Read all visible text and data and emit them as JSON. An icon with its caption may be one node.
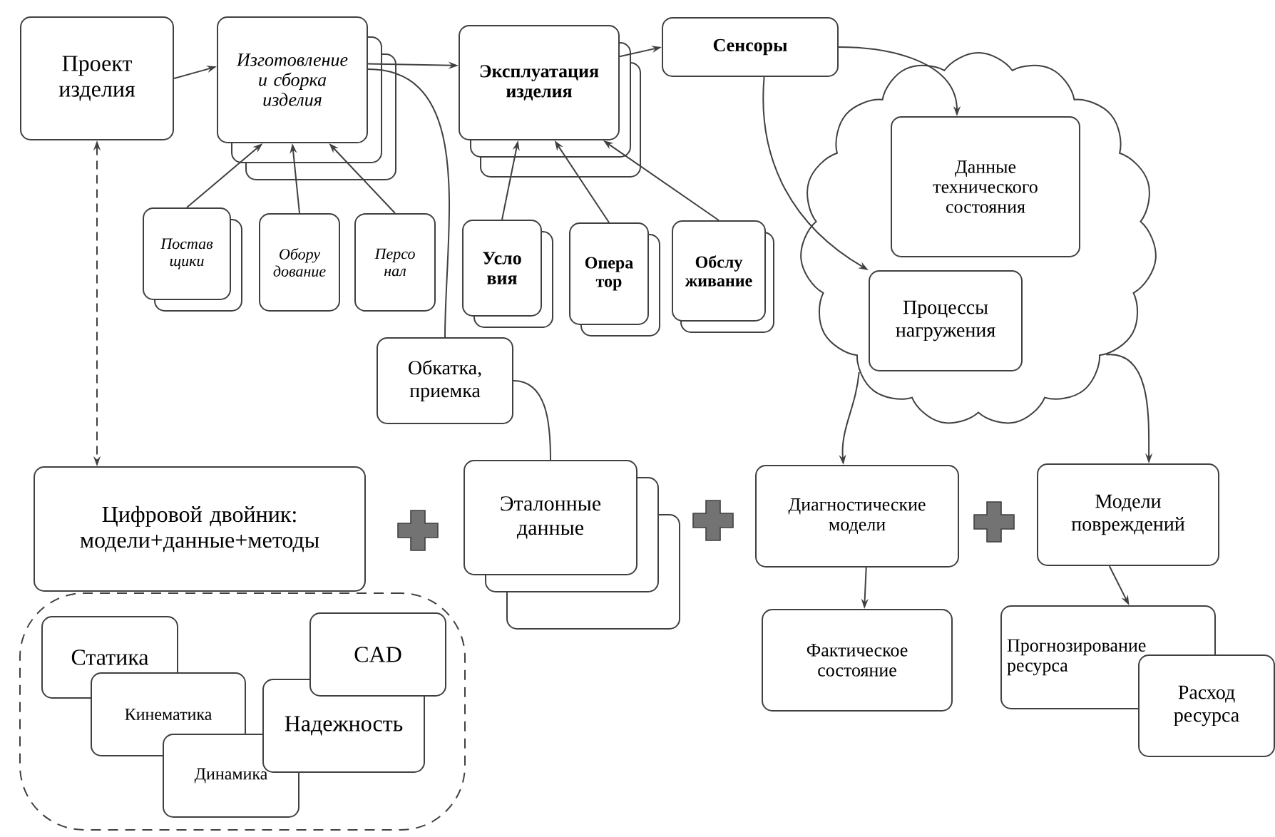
{
  "diagram": {
    "nodes": [
      {
        "text": [
          "Проект изделия"
        ]
      },
      {
        "text": [
          "Изготовление и сборка изделия"
        ]
      },
      {
        "text": [
          "Эксплуатация изделия"
        ]
      },
      {
        "text": [
          "Сенсоры"
        ]
      },
      {
        "text": [],
        "shape": "cloud"
      },
      {
        "text": [
          "Данные технического состояния"
        ],
        "in": 4
      },
      {
        "text": [
          "Процессы нагружения"
        ],
        "in": 4
      },
      {
        "text": [
          "Постав щики"
        ]
      },
      {
        "text": [
          "Обору дование"
        ]
      },
      {
        "text": [
          "Персо нал"
        ]
      },
      {
        "text": [
          "Усло вия"
        ]
      },
      {
        "text": [
          "Опера тор"
        ]
      },
      {
        "text": [
          "Обслу живание"
        ]
      },
      {
        "text": [
          "Обкатка, приемка"
        ]
      },
      {
        "text": [
          "Цифровой двойник: модели+данные+методы"
        ]
      },
      {
        "text": [],
        "shape": "blob"
      },
      {
        "text": [
          "Статика"
        ],
        "in": 15
      },
      {
        "text": [
          "CAD"
        ],
        "in": 15
      },
      {
        "text": [
          "Кинематика"
        ],
        "in": 15
      },
      {
        "text": [
          "Надежность"
        ],
        "in": 15
      },
      {
        "text": [
          "Динамика"
        ],
        "in": 15
      },
      {
        "text": [
          "Эталонные данные"
        ]
      },
      {
        "text": [
          "Диагностические модели"
        ]
      },
      {
        "text": [
          "Модели повреждений"
        ]
      },
      {
        "text": [
          "Фактическое состояние"
        ]
      },
      {
        "text": [
          "Прогнозирование ресурса"
        ]
      },
      {
        "text": [
          "Расход ресурса"
        ]
      }
    ],
    "edges": [
      {
        "from": 0,
        "to": 1,
        "arrow": "to"
      },
      {
        "from": 1,
        "to": 2,
        "arrow": "to"
      },
      {
        "from": 2,
        "to": 3,
        "arrow": "to"
      },
      {
        "from": 1,
        "to": 13,
        "arrow": "none"
      },
      {
        "from": 13,
        "to": 21,
        "arrow": "none"
      },
      {
        "from": 7,
        "to": 1,
        "arrow": "to"
      },
      {
        "from": 8,
        "to": 1,
        "arrow": "to"
      },
      {
        "from": 9,
        "to": 1,
        "arrow": "to"
      },
      {
        "from": 10,
        "to": 2,
        "arrow": "to"
      },
      {
        "from": 11,
        "to": 2,
        "arrow": "to"
      },
      {
        "from": 12,
        "to": 2,
        "arrow": "to"
      },
      {
        "from": 3,
        "to": 5,
        "arrow": "to"
      },
      {
        "from": 3,
        "to": 6,
        "arrow": "to"
      },
      {
        "from": 0,
        "to": 14,
        "arrow": "both",
        "style": "dashed"
      },
      {
        "from": 4,
        "to": 22,
        "arrow": "to"
      },
      {
        "from": 4,
        "to": 23,
        "arrow": "to"
      },
      {
        "from": 22,
        "to": 24,
        "arrow": "to"
      },
      {
        "from": 23,
        "to": 25,
        "arrow": "to"
      }
    ]
  }
}
